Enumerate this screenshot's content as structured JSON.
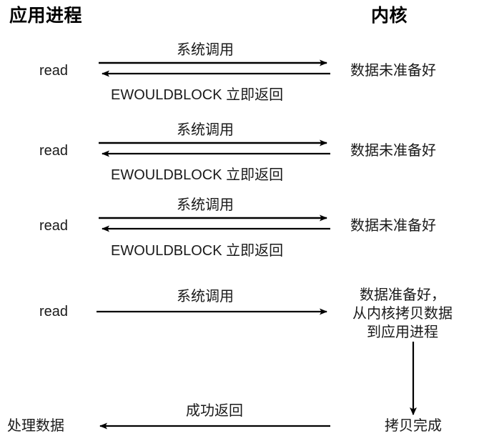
{
  "diagram": {
    "title_app": "应用进程",
    "title_kernel": "内核",
    "label_syscall": "系统调用",
    "label_ewouldblock": "EWOULDBLOCK 立即返回",
    "label_read": "read",
    "label_not_ready": "数据未准备好",
    "label_success_return": "成功返回",
    "label_process_data": "处理数据",
    "label_copy_done": "拷贝完成",
    "kernel_copy_line1": "数据准备好，",
    "kernel_copy_line2": "从内核拷贝数据",
    "kernel_copy_line3": "到应用进程",
    "colors": {
      "stroke": "#000000",
      "text": "#1a1a1a",
      "background": "#ffffff"
    },
    "steps": [
      {
        "id": "step-1",
        "caller": "read",
        "request": "系统调用",
        "response": "EWOULDBLOCK 立即返回",
        "kernel_state": "数据未准备好"
      },
      {
        "id": "step-2",
        "caller": "read",
        "request": "系统调用",
        "response": "EWOULDBLOCK 立即返回",
        "kernel_state": "数据未准备好"
      },
      {
        "id": "step-3",
        "caller": "read",
        "request": "系统调用",
        "response": "EWOULDBLOCK 立即返回",
        "kernel_state": "数据未准备好"
      },
      {
        "id": "step-4",
        "caller": "read",
        "request": "系统调用",
        "response": "",
        "kernel_state": "数据准备好，从内核拷贝数据到应用进程"
      }
    ]
  }
}
